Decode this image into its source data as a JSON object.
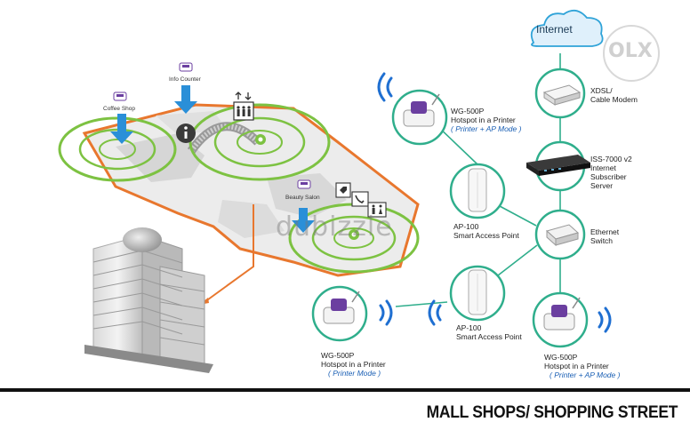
{
  "cloud": {
    "label": "Internet"
  },
  "devices": {
    "modem": {
      "line1": "XDSL/",
      "line2": "Cable Modem"
    },
    "server": {
      "line1": "ISS-7000 v2",
      "line2": "Internet",
      "line3": "Subscriber",
      "line4": "Server"
    },
    "switch": {
      "line1": "Ethernet",
      "line2": "Switch"
    },
    "ap_top": {
      "line1": "AP-100",
      "line2": "Smart Access Point"
    },
    "ap_bottom": {
      "line1": "AP-100",
      "line2": "Smart Access Point"
    },
    "printer_top": {
      "line1": "WG-500P",
      "line2": "Hotspot in a Printer",
      "mode": "( Printer + AP Mode )"
    },
    "printer_left": {
      "line1": "WG-500P",
      "line2": "Hotspot in a Printer",
      "mode": "( Printer Mode )"
    },
    "printer_right": {
      "line1": "WG-500P",
      "line2": "Hotspot in a Printer",
      "mode": "( Printer + AP Mode )"
    }
  },
  "mall_labels": {
    "coffee": "Coffee Shop",
    "info": "Info Counter",
    "beauty": "Beauty Salon"
  },
  "footer": {
    "title": "MALL SHOPS/ SHOPPING STREET"
  },
  "watermarks": {
    "olx": "OLX",
    "dubizzle": "dubizzle"
  },
  "colors": {
    "ring": "#7dc242",
    "link": "#2fae8c",
    "arrow": "#2a8fd8",
    "floor_edge": "#e8772e",
    "wifi": "#1f6fd1"
  }
}
